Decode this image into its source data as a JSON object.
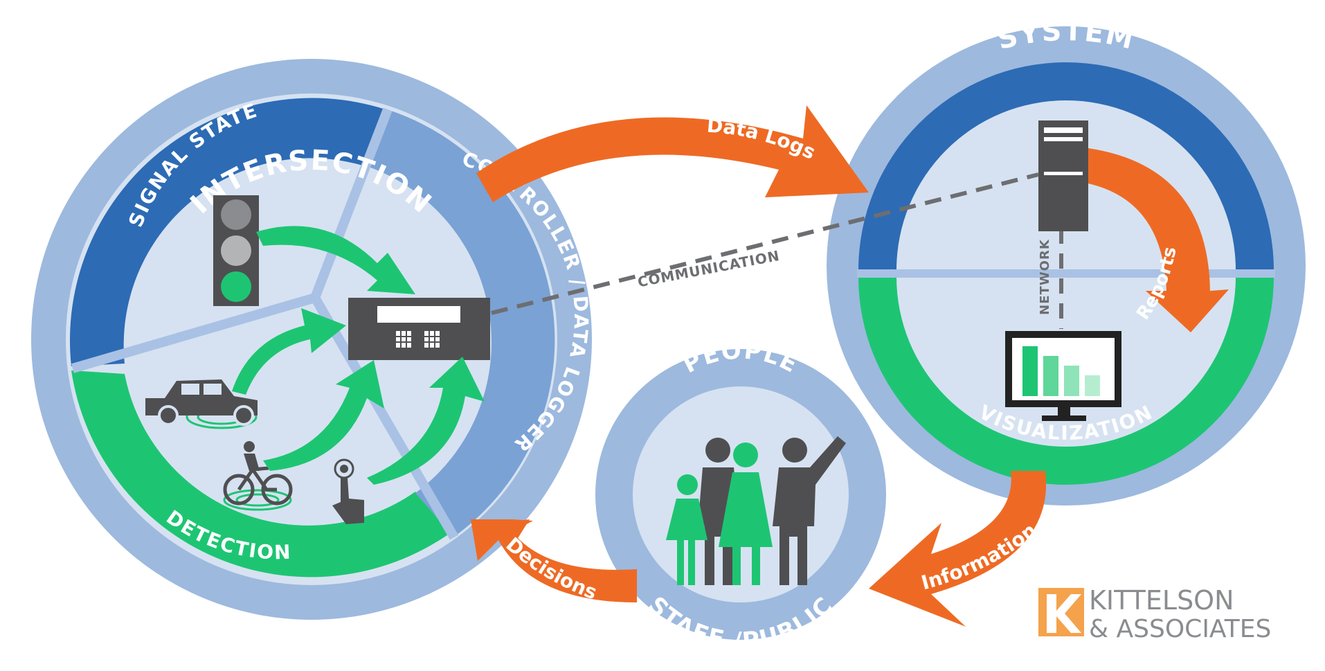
{
  "colors": {
    "outer_ring": "#9db9de",
    "blue_band": "#2d6bb5",
    "green_band": "#1dc573",
    "inner_fill": "#d6e2f1",
    "dark_gray": "#4f4f51",
    "orange": "#ee6a24",
    "divider": "#a9c1e4",
    "controller_band": "#7aa2d4"
  },
  "intersection": {
    "title": "INTERSECTION",
    "signal_state": "SIGNAL STATE",
    "controller": "CONTROLLER / DATA LOGGER",
    "detection": "DETECTION",
    "icons": [
      "traffic-light-icon",
      "controller-icon",
      "car-icon",
      "bicycle-icon",
      "push-button-icon"
    ]
  },
  "system": {
    "title": "SYSTEM",
    "network": "NETWORK",
    "visualization": "VISUALIZATION",
    "icons": [
      "server-icon",
      "monitor-chart-icon"
    ]
  },
  "people": {
    "title": "PEOPLE",
    "subtitle": "STAFF /PUBLIC",
    "icons": [
      "people-group-icon"
    ]
  },
  "arrows": {
    "data_logs": "Data Logs",
    "reports": "Reports",
    "information": "Information",
    "decisions": "Decisions",
    "communication": "COMMUNICATION"
  },
  "logo": {
    "line1": "KITTELSON",
    "line2": "& ASSOCIATES",
    "brand_color": "#f4a24c"
  }
}
